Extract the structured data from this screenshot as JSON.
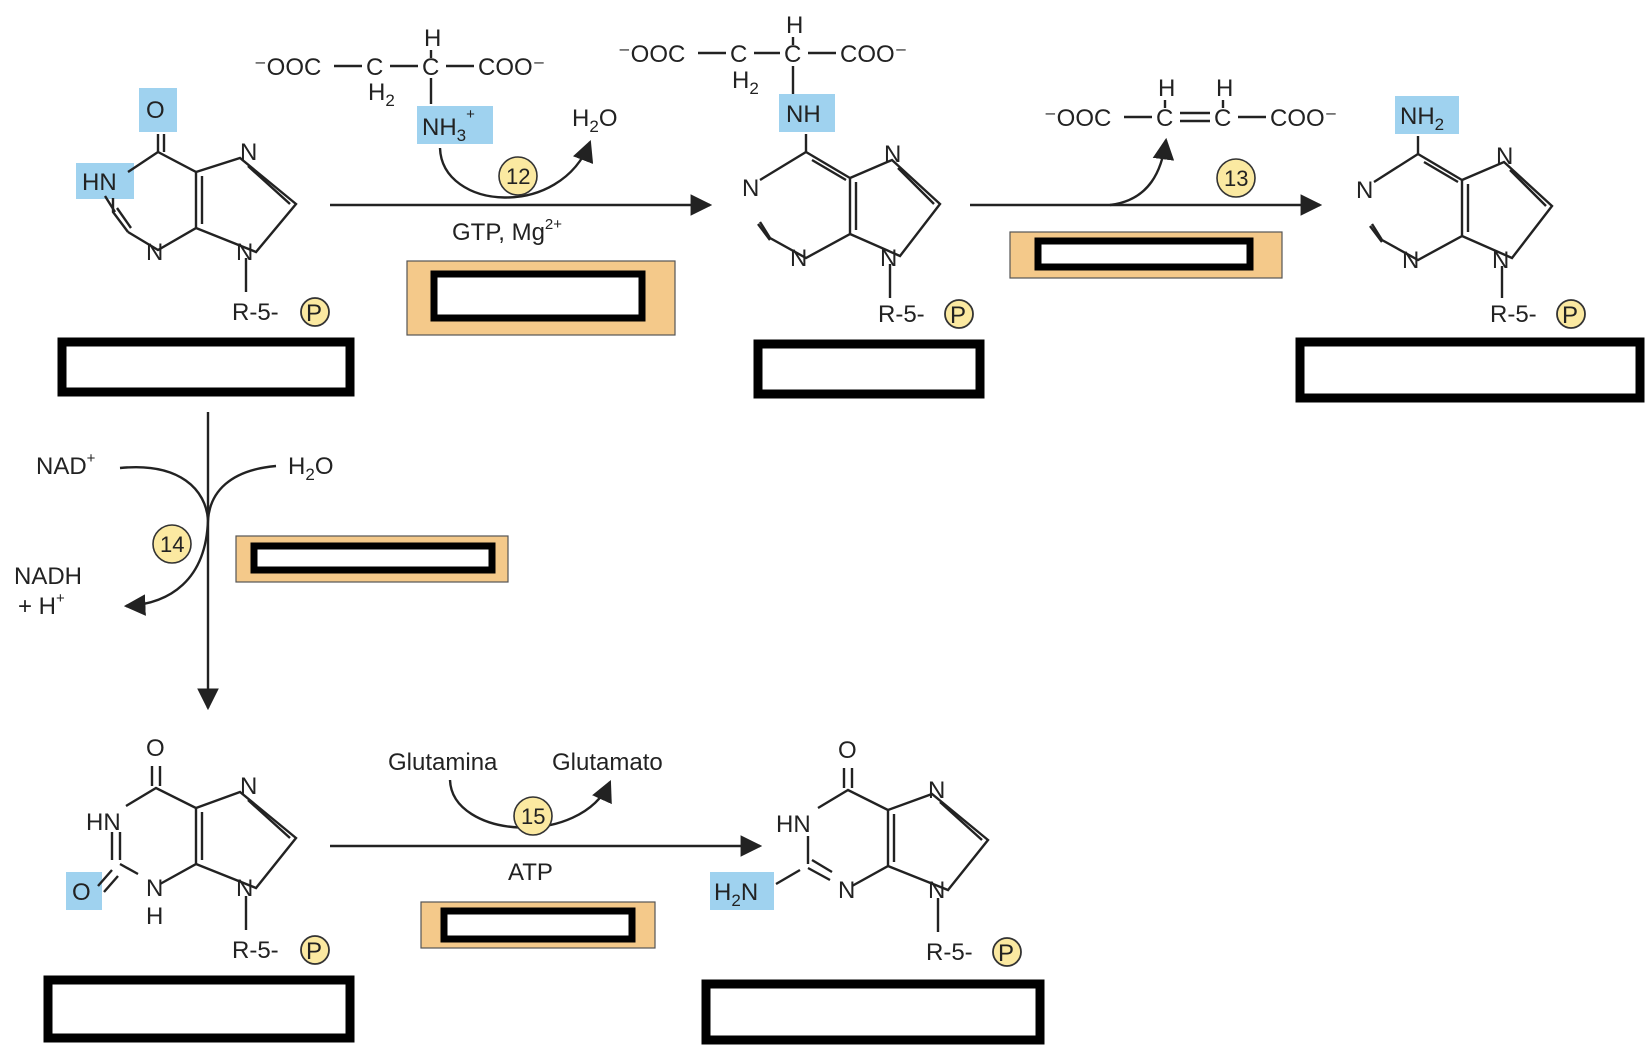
{
  "atoms": {
    "N": "N",
    "HN": "HN",
    "O": "O",
    "H": "H",
    "NH": "NH",
    "C": "C",
    "NH3": "NH",
    "NH3_sub": "3",
    "NH3_sup": "+",
    "NH2": "NH",
    "NH2_sub": "2",
    "H2N_H": "H",
    "H2N_sub": "2",
    "H2N_N": "N",
    "H2_H": "H",
    "H2_sub": "2",
    "P": "P",
    "ribose": "R-5-"
  },
  "substrates": {
    "aspartate_left": "⁻OOC",
    "aspartate_right": "COO⁻",
    "fumarate_left": "⁻OOC",
    "fumarate_right": "COO⁻"
  },
  "steps": {
    "s12": {
      "number": "12",
      "cofactor": "GTP, Mg",
      "cofactor_sup": "2+",
      "product": "H",
      "product_sub": "2",
      "product_O": "O"
    },
    "s13": {
      "number": "13"
    },
    "s14": {
      "number": "14",
      "in1": "NAD",
      "in1_sup": "+",
      "in2": "H",
      "in2_sub": "2",
      "in2_O": "O",
      "out_line1": "NADH",
      "out_line2": "+ H",
      "out_sup": "+"
    },
    "s15": {
      "number": "15",
      "in": "Glutamina",
      "out": "Glutamato",
      "cofactor": "ATP"
    }
  },
  "colors": {
    "highlight": "#9fd2ef",
    "enzyme_box": "#f4c98a",
    "step_badge": "#fbe9a1",
    "phosphate": "#fbe9a1",
    "label_box_border": "#000000"
  }
}
